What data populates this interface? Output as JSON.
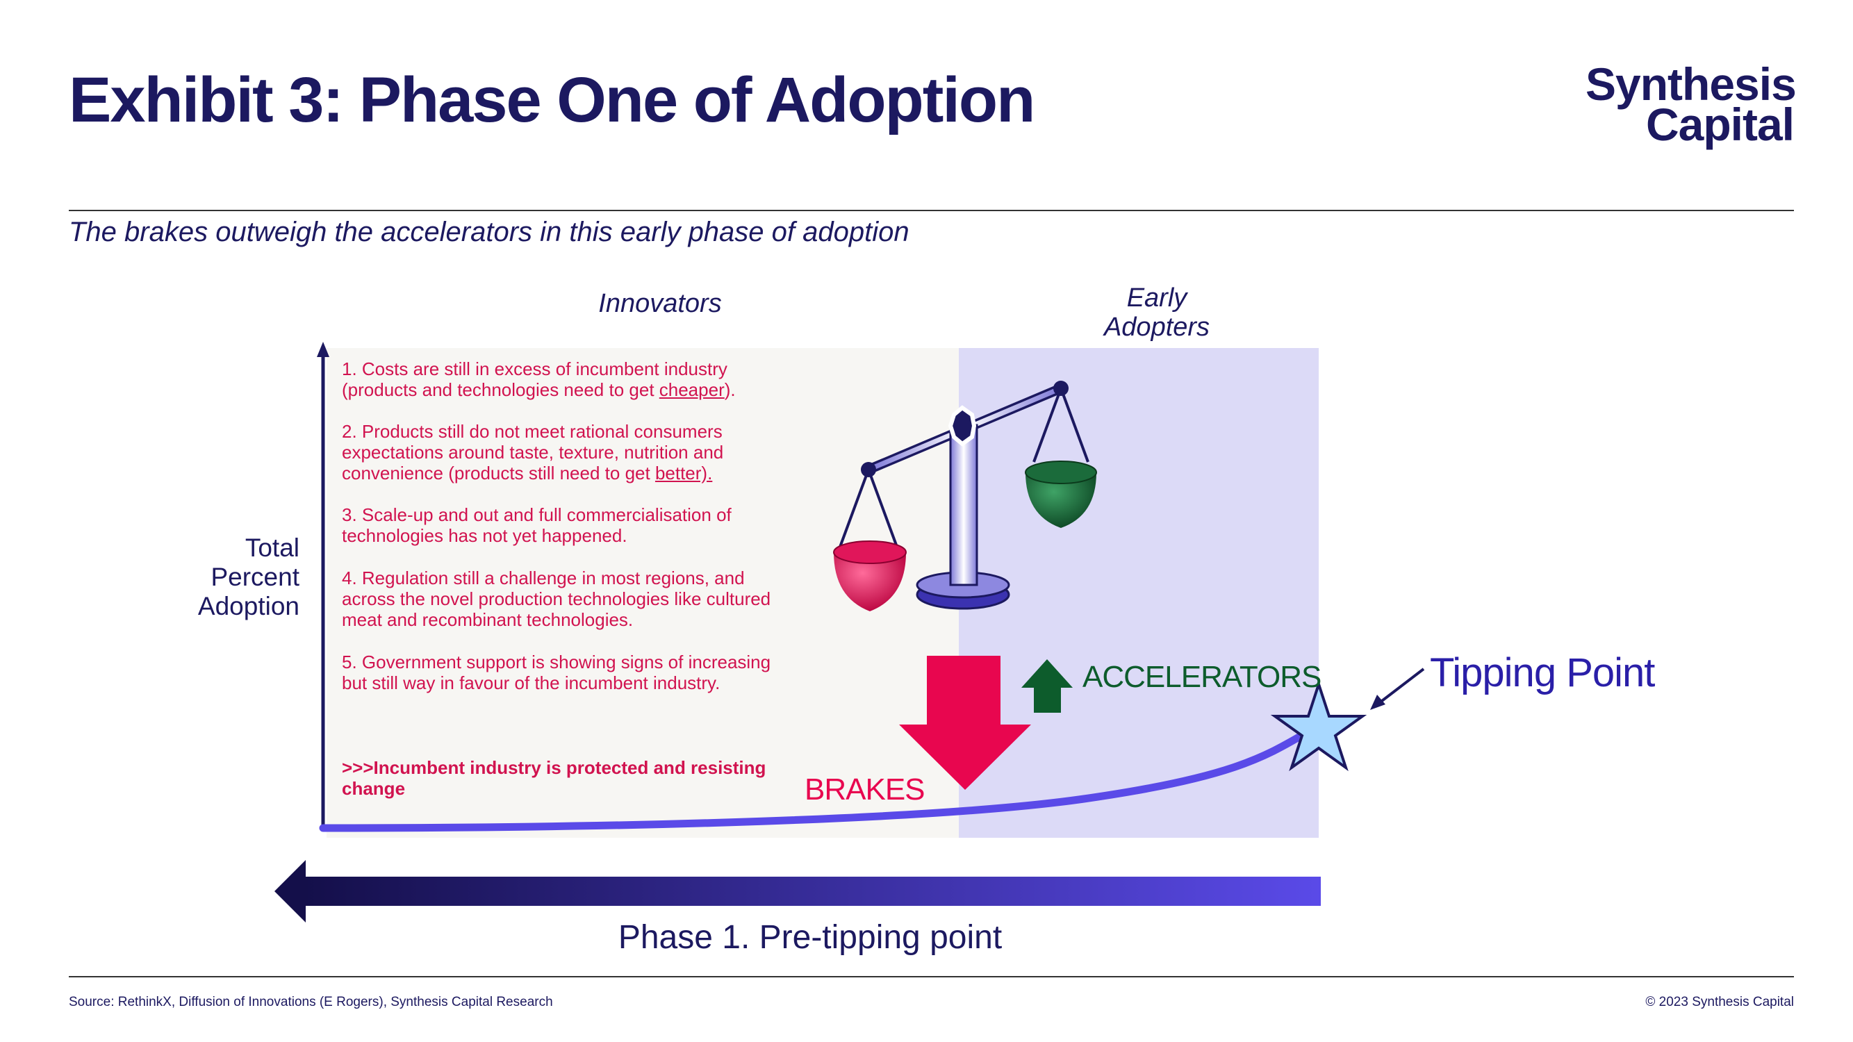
{
  "header": {
    "title": "Exhibit 3: Phase One of Adoption",
    "logo_line1": "Synthesis",
    "logo_line2": "Capital"
  },
  "subtitle": "The brakes outweigh the accelerators in this early phase of adoption",
  "columns": {
    "innovators": "Innovators",
    "early_adopters_line1": "Early",
    "early_adopters_line2": "Adopters"
  },
  "y_axis_label": {
    "line1": "Total",
    "line2": "Percent",
    "line3": "Adoption"
  },
  "items": [
    {
      "text": "1. Costs are still in excess of incumbent industry (products and technologies need to get ",
      "underlined": "cheaper",
      "tail": ")."
    },
    {
      "text": "2. Products still do not meet rational consumers expectations around taste, texture, nutrition and convenience (products still need to get ",
      "underlined": "better).",
      "tail": ""
    },
    {
      "text": "3. Scale-up and out and full commercialisation of technologies has not yet happened.",
      "underlined": "",
      "tail": ""
    },
    {
      "text": "4. Regulation still a challenge in most regions, and across the novel production technologies like cultured meat and recombinant technologies.",
      "underlined": "",
      "tail": ""
    },
    {
      "text": "5. Government support is showing signs of increasing but still way in favour of the incumbent industry.",
      "underlined": "",
      "tail": ""
    }
  ],
  "conclusion": ">>>Incumbent industry is protected and resisting change",
  "labels": {
    "brakes": "BRAKES",
    "accelerators": "ACCELERATORS",
    "tipping_point": "Tipping Point",
    "phase": "Phase 1. Pre-tipping point"
  },
  "footer": {
    "source": "Source: RethinkX, Diffusion of Innovations (E Rogers), Synthesis Capital Research",
    "copyright": "© 2023 Synthesis Capital"
  },
  "colors": {
    "navy": "#1c1960",
    "brakes": "#e8064f",
    "accelerators": "#0d5c2c",
    "curve": "#5a4ae8",
    "star": "#a8d8ff",
    "panel_beige": "#f7f6f3",
    "panel_lavender": "#dcdaf7"
  }
}
